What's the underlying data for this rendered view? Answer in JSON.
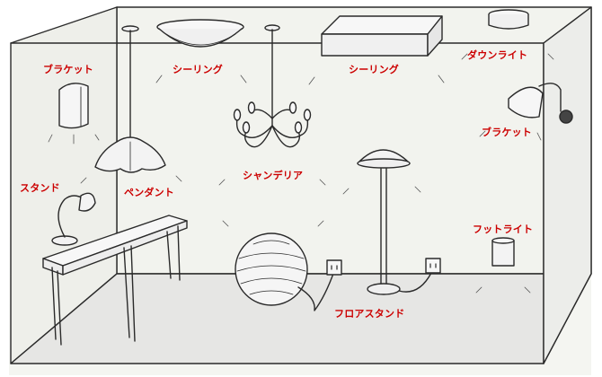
{
  "colors": {
    "label": "#cc0000",
    "line": "#2a2a2a",
    "wall": "#f2f3ee",
    "floor": "#e8e8e6",
    "glow": "#fff6b0"
  },
  "labels": {
    "bracket_left": "ブラケット",
    "ceiling_left": "シーリング",
    "ceiling_right": "シーリング",
    "downlight": "ダウンライト",
    "bracket_right": "ブラケット",
    "stand": "スタンド",
    "pendant": "ペンダント",
    "chandelier": "シャンデリア",
    "footlight": "フットライト",
    "floor_stand": "フロアスタンド"
  },
  "icons": [
    "bracket-light-icon",
    "ceiling-light-icon",
    "downlight-icon",
    "pendant-light-icon",
    "chandelier-icon",
    "desk-lamp-icon",
    "floor-lamp-icon",
    "footlight-icon",
    "ball-lamp-icon",
    "outlet-icon",
    "table-icon"
  ]
}
